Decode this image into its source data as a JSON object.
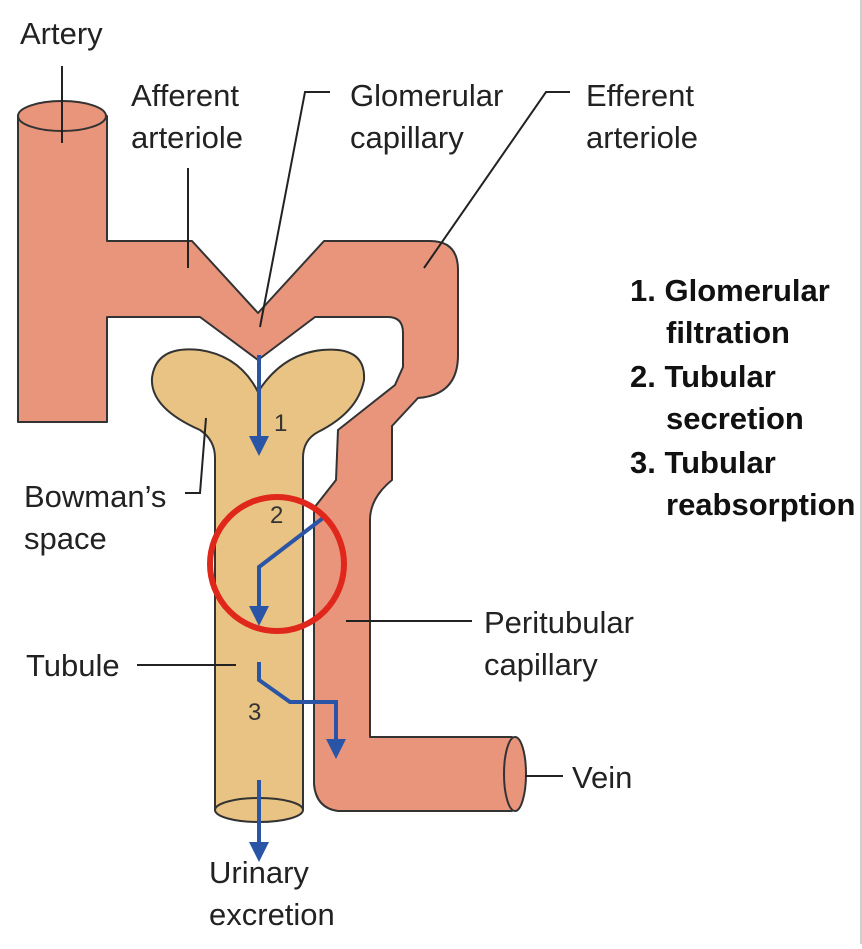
{
  "labels": {
    "artery": "Artery",
    "afferent_1": "Afferent",
    "afferent_2": "arteriole",
    "glomerular_1": "Glomerular",
    "glomerular_2": "capillary",
    "efferent_1": "Efferent",
    "efferent_2": "arteriole",
    "bowman_1": "Bowman’s",
    "bowman_2": "space",
    "tubule": "Tubule",
    "peritubular_1": "Peritubular",
    "peritubular_2": "capillary",
    "vein": "Vein",
    "urinary_1": "Urinary",
    "urinary_2": "excretion"
  },
  "numbers": {
    "n1": "1",
    "n2": "2",
    "n3": "3"
  },
  "steps": {
    "s1a": "1. Glomerular",
    "s1b": "filtration",
    "s2a": "2. Tubular",
    "s2b": "secretion",
    "s3a": "3. Tubular",
    "s3b": "reabsorption"
  },
  "colors": {
    "vessel": "#e9957c",
    "tubule": "#e8c383",
    "flow_arrow": "#2a55a6",
    "highlight_circle": "#e0271c"
  }
}
